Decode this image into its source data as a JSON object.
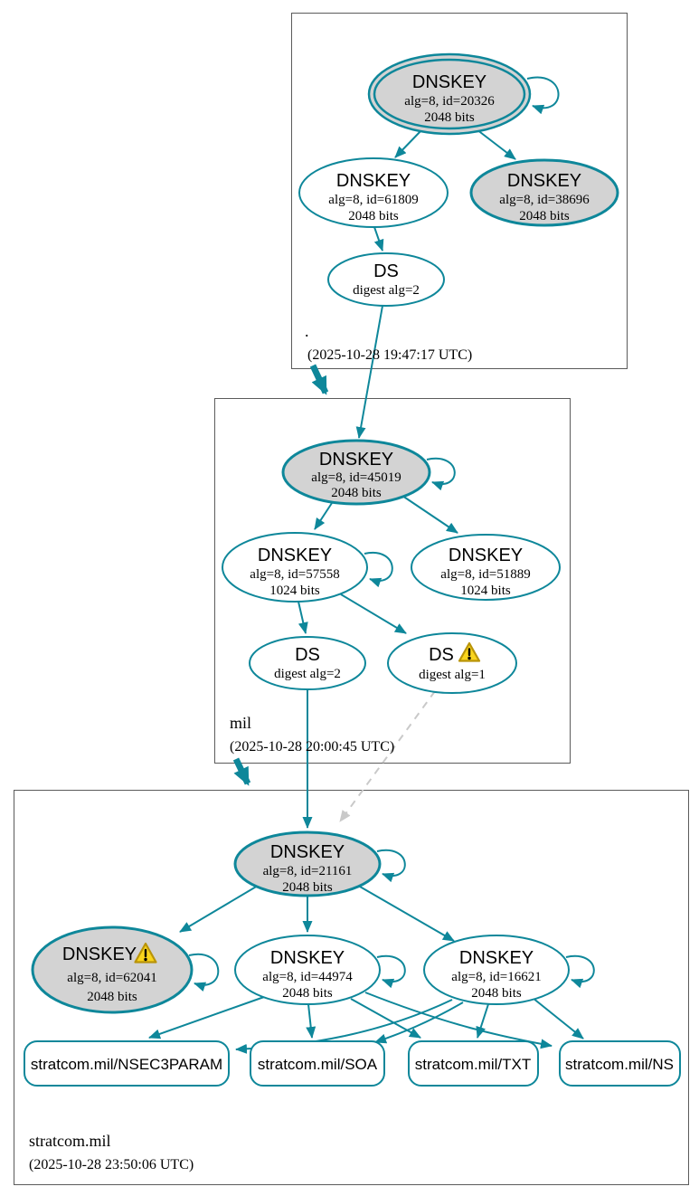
{
  "diagram_type": "dnssec-authentication-chain",
  "colors": {
    "edge_teal": "#0e879a",
    "node_fill_gray": "#d3d3d3",
    "node_fill_white": "#ffffff",
    "zone_border_gray": "#5b5b5b",
    "insecure_edge_gray": "#c9c9c9",
    "warning_yellow": "#fad51c",
    "warning_border": "#b99408"
  },
  "zones": [
    {
      "label": ".",
      "timestamp": "(2025-10-28 19:47:17 UTC)",
      "nodes": {
        "ksk": {
          "title": "DNSKEY",
          "params": "alg=8, id=20326",
          "bits": "2048 bits"
        },
        "zsk": {
          "title": "DNSKEY",
          "params": "alg=8, id=61809",
          "bits": "2048 bits"
        },
        "standby": {
          "title": "DNSKEY",
          "params": "alg=8, id=38696",
          "bits": "2048 bits"
        },
        "ds": {
          "title": "DS",
          "params": "digest alg=2"
        }
      }
    },
    {
      "label": "mil",
      "timestamp": "(2025-10-28 20:00:45 UTC)",
      "nodes": {
        "ksk": {
          "title": "DNSKEY",
          "params": "alg=8, id=45019",
          "bits": "2048 bits"
        },
        "zsk": {
          "title": "DNSKEY",
          "params": "alg=8, id=57558",
          "bits": "1024 bits"
        },
        "zsk2": {
          "title": "DNSKEY",
          "params": "alg=8, id=51889",
          "bits": "1024 bits"
        },
        "ds_sha256": {
          "title": "DS",
          "params": "digest alg=2"
        },
        "ds_sha1": {
          "title": "DS",
          "params": "digest alg=1"
        }
      }
    },
    {
      "label": "stratcom.mil",
      "timestamp": "(2025-10-28 23:50:06 UTC)",
      "nodes": {
        "ksk": {
          "title": "DNSKEY",
          "params": "alg=8, id=21161",
          "bits": "2048 bits"
        },
        "warn_key": {
          "title": "DNSKEY",
          "params": "alg=8, id=62041",
          "bits": "2048 bits"
        },
        "zsk1": {
          "title": "DNSKEY",
          "params": "alg=8, id=44974",
          "bits": "2048 bits"
        },
        "zsk2": {
          "title": "DNSKEY",
          "params": "alg=8, id=16621",
          "bits": "2048 bits"
        }
      },
      "rrsets": [
        "stratcom.mil/NSEC3PARAM",
        "stratcom.mil/SOA",
        "stratcom.mil/TXT",
        "stratcom.mil/NS"
      ]
    }
  ]
}
